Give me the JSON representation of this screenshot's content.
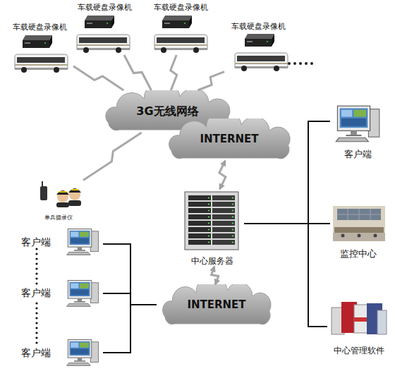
{
  "diagram": {
    "nodes": [
      {
        "text": [
          "车载硬盘录像机"
        ]
      },
      {
        "text": [
          "车载硬盘录像机"
        ]
      },
      {
        "text": [
          "车载硬盘录像机"
        ]
      },
      {
        "text": [
          "车载硬盘录像机"
        ]
      },
      {
        "text": [
          "3G无线网络"
        ]
      },
      {
        "text": [
          "INTERNET"
        ]
      },
      {
        "text": [
          "单兵摄录仪"
        ]
      },
      {
        "text": [
          "中心服务器"
        ]
      },
      {
        "text": [
          "客户端"
        ]
      },
      {
        "text": [
          "监控中心"
        ]
      },
      {
        "text": [
          "中心管理软件"
        ]
      },
      {
        "text": [
          "客户端"
        ]
      },
      {
        "text": [
          "客户端"
        ]
      },
      {
        "text": [
          "客户端"
        ]
      },
      {
        "text": [
          "INTERNET"
        ]
      }
    ],
    "edges": [
      {
        "from": 0,
        "to": 4,
        "arrow": "none"
      },
      {
        "from": 1,
        "to": 4,
        "arrow": "none"
      },
      {
        "from": 2,
        "to": 4,
        "arrow": "none"
      },
      {
        "from": 3,
        "to": 4,
        "arrow": "none"
      },
      {
        "from": 6,
        "to": 4,
        "arrow": "none"
      },
      {
        "from": 5,
        "to": 7,
        "arrow": "both"
      },
      {
        "from": 7,
        "to": 14,
        "arrow": "both"
      },
      {
        "from": 7,
        "to": 8,
        "arrow": "none"
      },
      {
        "from": 7,
        "to": 9,
        "arrow": "none"
      },
      {
        "from": 7,
        "to": 10,
        "arrow": "none"
      },
      {
        "from": 11,
        "to": 14,
        "arrow": "none"
      },
      {
        "from": 12,
        "to": 14,
        "arrow": "none"
      },
      {
        "from": 13,
        "to": 14,
        "arrow": "none"
      }
    ]
  }
}
